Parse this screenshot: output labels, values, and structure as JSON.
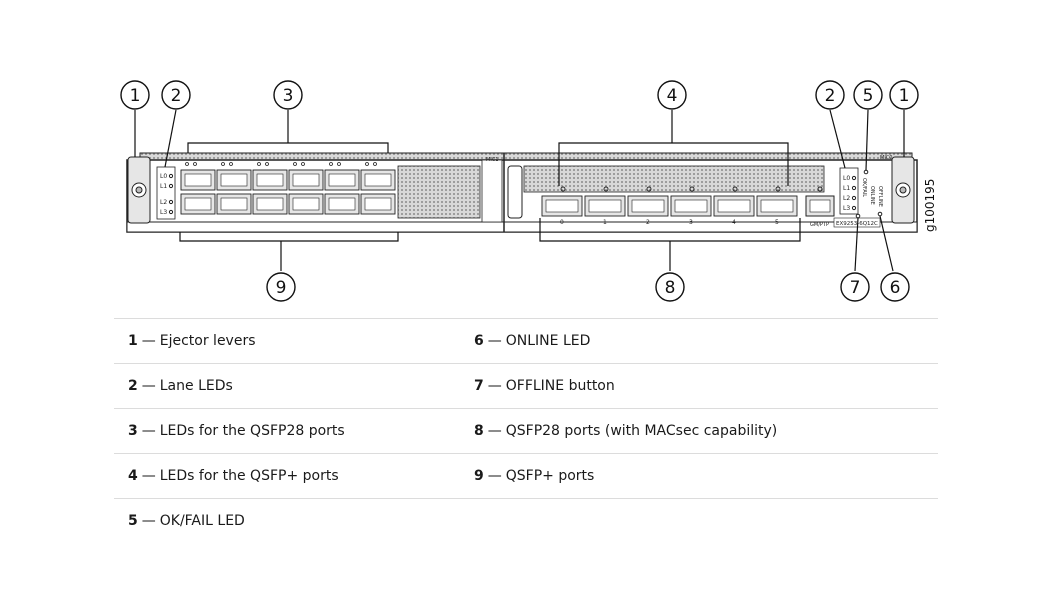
{
  "figure": {
    "id_code": "g100195",
    "callouts": [
      "1",
      "2",
      "3",
      "4",
      "2",
      "5",
      "1",
      "9",
      "8",
      "7",
      "6"
    ],
    "panel_text": {
      "mic_left": "MIC1",
      "mic_right": "MIC0",
      "model": "EX9253-6Q12C",
      "gm_ptp": "GM/PTP",
      "offline": "OFFLINE",
      "online": "ONLINE",
      "okfail": "OK/FAIL",
      "port_numbers": [
        "0",
        "1",
        "2",
        "3",
        "4",
        "5"
      ]
    }
  },
  "legend": {
    "rows": [
      {
        "left": {
          "num": "1",
          "text": "Ejector levers"
        },
        "right": {
          "num": "6",
          "text": "ONLINE LED"
        }
      },
      {
        "left": {
          "num": "2",
          "text": "Lane LEDs"
        },
        "right": {
          "num": "7",
          "text": "OFFLINE button"
        }
      },
      {
        "left": {
          "num": "3",
          "text": "LEDs for the QSFP28 ports"
        },
        "right": {
          "num": "8",
          "text": "QSFP28 ports (with MACsec capability)"
        }
      },
      {
        "left": {
          "num": "4",
          "text": "LEDs for the QSFP+ ports"
        },
        "right": {
          "num": "9",
          "text": "QSFP+ ports"
        }
      },
      {
        "left": {
          "num": "5",
          "text": "OK/FAIL LED"
        },
        "right": {
          "num": "",
          "text": ""
        }
      }
    ],
    "separator": "—"
  }
}
